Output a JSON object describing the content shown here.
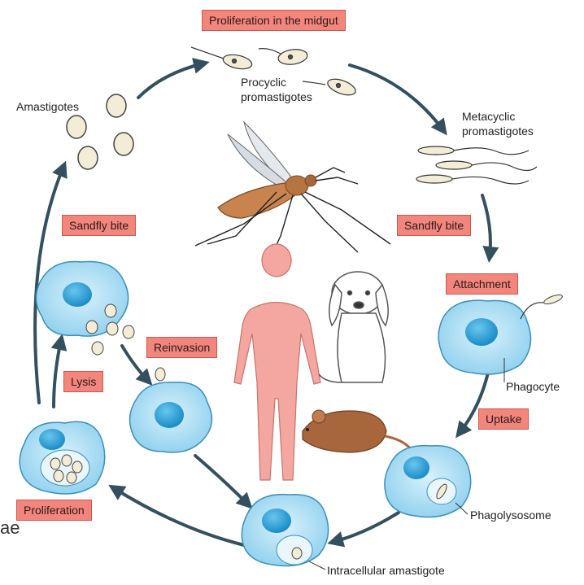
{
  "stages": {
    "proliferation_midgut": "Proliferation in the midgut",
    "sandfly_bite_right": "Sandfly bite",
    "attachment": "Attachment",
    "uptake": "Uptake",
    "proliferation": "Proliferation",
    "lysis": "Lysis",
    "reinvasion": "Reinvasion",
    "sandfly_bite_left": "Sandfly bite"
  },
  "labels": {
    "procyclic": "Procyclic\npromastigotes",
    "metacyclic": "Metacyclic\npromastigotes",
    "amastigotes": "Amastigotes",
    "phagocyte": "Phagocyte",
    "phagolysosome": "Phagolysosome",
    "intracellular_amastigote": "Intracellular amastigote",
    "corner_fragment": "ae"
  },
  "colors": {
    "label_fill": "#f2867c",
    "cell_fill": "#a9dcf3",
    "nucleus_fill": "#2aa3d8",
    "arrow": "#34505e",
    "human": "#f4a6a0",
    "sandfly": "#c9834f",
    "mouse": "#a8663c"
  }
}
